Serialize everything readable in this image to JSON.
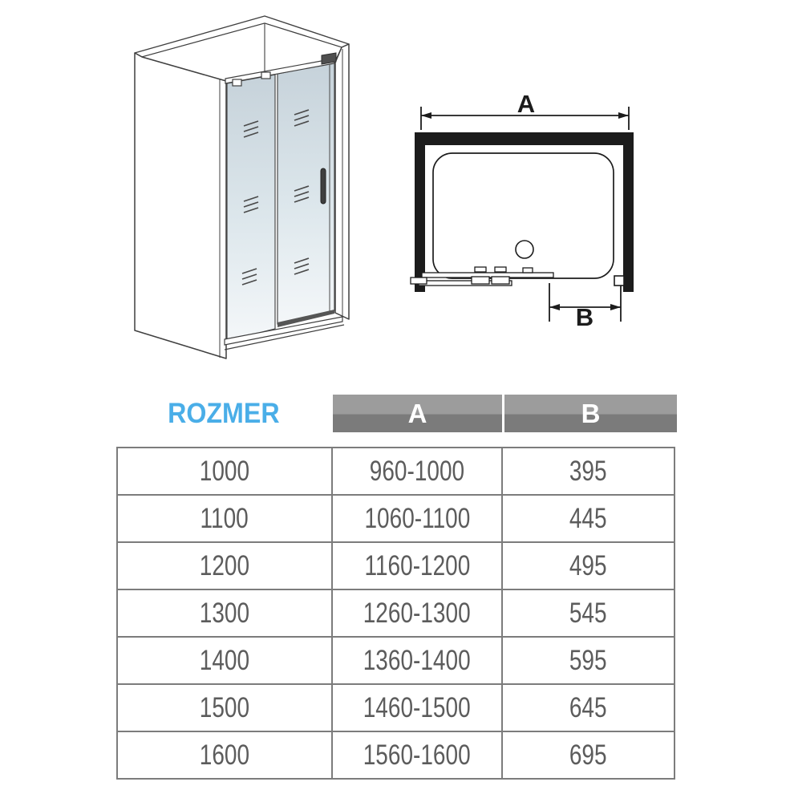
{
  "page": {
    "background_color": "#ffffff"
  },
  "iso_view": {
    "description": "isometric line drawing of sliding-door shower enclosure",
    "glass_tint_top": "#c6d2da",
    "glass_tint_bottom": "#f4f7f9",
    "line_color": "#3f3f3f"
  },
  "top_view": {
    "label_a": "A",
    "label_b": "B",
    "frame_color": "#1c1c1c",
    "line_color": "#1c1c1c"
  },
  "size_table": {
    "rozmer_header": "ROZMER",
    "rozmer_color": "#4aaee8",
    "col_a_header": "A",
    "col_b_header": "B",
    "header_bg_top": "#9c9c9c",
    "header_bg_bottom": "#7b7b7b",
    "rows": [
      {
        "rozmer": "1000",
        "a": "960-1000",
        "b": "395"
      },
      {
        "rozmer": "1100",
        "a": "1060-1100",
        "b": "445"
      },
      {
        "rozmer": "1200",
        "a": "1160-1200",
        "b": "495"
      },
      {
        "rozmer": "1300",
        "a": "1260-1300",
        "b": "545"
      },
      {
        "rozmer": "1400",
        "a": "1360-1400",
        "b": "595"
      },
      {
        "rozmer": "1500",
        "a": "1460-1500",
        "b": "645"
      },
      {
        "rozmer": "1600",
        "a": "1560-1600",
        "b": "695"
      }
    ]
  }
}
